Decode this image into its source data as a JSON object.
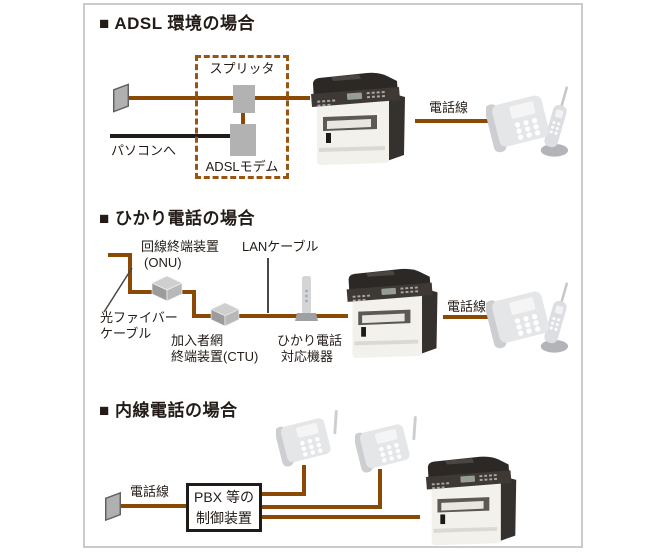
{
  "figure": {
    "type": "connection-diagram",
    "description": "Telephone line connection diagrams for a fax multifunction printer",
    "colors": {
      "phone_line_brown": "#8a4a05",
      "dashed_outline_brown": "#9a5410",
      "pc_line_black": "#1f1b18",
      "frame_border_gray": "#cbcbcb",
      "device_box_gray": "#b2b2b2",
      "text": "#221b17",
      "background": "#ffffff"
    }
  },
  "sections": {
    "adsl": {
      "title": "■ ADSL 環境の場合",
      "splitter_label": "スプリッタ",
      "modem_label": "ADSLモデム",
      "to_pc_label": "パソコンへ",
      "phone_line_label": "電話線"
    },
    "hikari": {
      "title": "■ ひかり電話の場合",
      "onu_label_line1": "回線終端装置",
      "onu_label_line2": "(ONU)",
      "lan_cable_label": "LANケーブル",
      "fiber_label_line1": "光ファイバー",
      "fiber_label_line2": "ケーブル",
      "ctu_label_line1": "加入者網",
      "ctu_label_line2": "終端装置(CTU)",
      "device_label_line1": "ひかり電話",
      "device_label_line2": "対応機器",
      "phone_line_label": "電話線"
    },
    "naisen": {
      "title": "■ 内線電話の場合",
      "phone_line_label": "電話線",
      "pbx_label_line1": "PBX 等の",
      "pbx_label_line2": "制御装置"
    }
  }
}
